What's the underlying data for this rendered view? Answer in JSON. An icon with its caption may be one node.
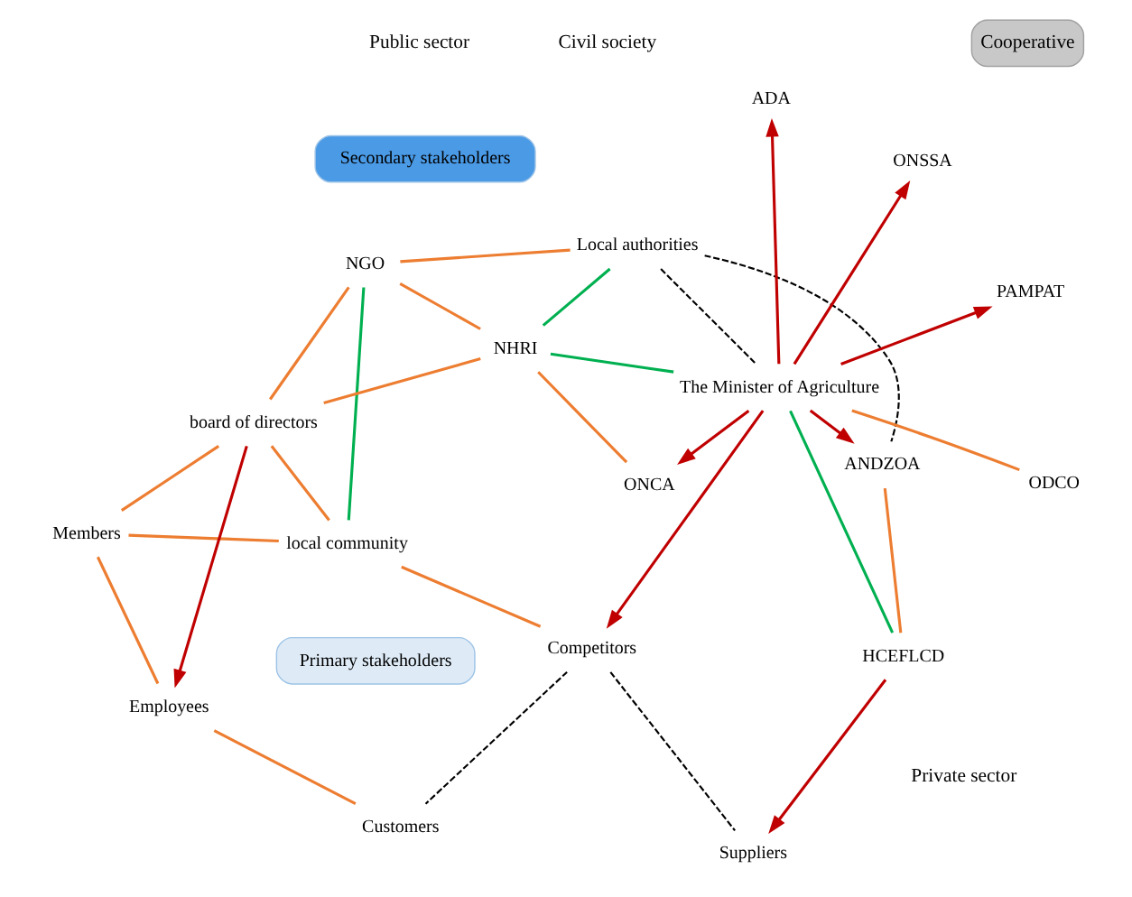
{
  "diagram": {
    "nodes": [
      {
        "text": [
          "local community"
        ]
      },
      {
        "text": [
          "NGO"
        ]
      },
      {
        "text": [
          "board of directors"
        ]
      },
      {
        "text": [
          "Members"
        ]
      },
      {
        "text": [
          "Employees"
        ]
      },
      {
        "text": [
          "Cooperative"
        ]
      },
      {
        "text": [
          "NHRI"
        ]
      },
      {
        "text": [
          "ONCA"
        ]
      },
      {
        "text": [
          "Local authorities"
        ]
      },
      {
        "text": [
          "Customers"
        ]
      },
      {
        "text": [
          "The Minister of Agriculture"
        ]
      },
      {
        "text": [
          "Competitors"
        ]
      },
      {
        "text": [
          "ADA"
        ]
      },
      {
        "text": [
          "ANDZOA"
        ]
      },
      {
        "text": [
          "ODCO"
        ]
      },
      {
        "text": [
          "PAMPAT"
        ]
      },
      {
        "text": [
          "Suppliers"
        ]
      },
      {
        "text": [
          "HCEFLCD"
        ]
      },
      {
        "text": [
          "ONSSA"
        ]
      },
      {
        "text": [
          "Primary stakeholders"
        ]
      },
      {
        "text": [
          "Secondary stakeholders"
        ]
      }
    ],
    "edges": [
      {
        "from": 0,
        "to": 1,
        "arrow": "none",
        "color": "#00b050"
      },
      {
        "from": 0,
        "to": 11,
        "arrow": "none"
      },
      {
        "from": 0,
        "to": 3,
        "arrow": "none"
      },
      {
        "from": 0,
        "to": 2,
        "arrow": "none"
      },
      {
        "from": 1,
        "to": 2,
        "arrow": "none"
      },
      {
        "from": 1,
        "to": 6,
        "arrow": "none"
      },
      {
        "from": 1,
        "to": 8,
        "arrow": "none"
      },
      {
        "from": 2,
        "to": 4,
        "arrow": "to",
        "color": "#c00000"
      },
      {
        "from": 2,
        "to": 3,
        "arrow": "none"
      },
      {
        "from": 2,
        "to": 6,
        "arrow": "none"
      },
      {
        "from": 3,
        "to": 4,
        "arrow": "none"
      },
      {
        "from": 4,
        "to": 9,
        "arrow": "none"
      },
      {
        "from": 6,
        "to": 7,
        "arrow": "none"
      },
      {
        "from": 6,
        "to": 10,
        "arrow": "none",
        "color": "#00b050"
      },
      {
        "from": 6,
        "to": 8,
        "arrow": "none",
        "color": "#00b050"
      },
      {
        "from": 10,
        "to": 7,
        "arrow": "to",
        "color": "#c00000"
      },
      {
        "from": 10,
        "to": 11,
        "arrow": "to",
        "color": "#c00000"
      },
      {
        "from": 11,
        "to": 9,
        "arrow": "none",
        "style": "dashed",
        "color": "#000000"
      },
      {
        "from": 8,
        "to": 10,
        "arrow": "none",
        "style": "dashed",
        "color": "#000000"
      },
      {
        "from": 8,
        "to": 13,
        "arrow": "none",
        "style": "dashed",
        "color": "#000000"
      },
      {
        "from": 11,
        "to": 16,
        "arrow": "none",
        "style": "dashed",
        "color": "#000000"
      },
      {
        "from": 10,
        "to": 12,
        "arrow": "to",
        "color": "#c00000"
      },
      {
        "from": 10,
        "to": 13,
        "arrow": "to",
        "color": "#c00000"
      },
      {
        "from": 10,
        "to": 15,
        "arrow": "to",
        "color": "#c00000"
      },
      {
        "from": 10,
        "to": 18,
        "arrow": "to",
        "color": "#c00000"
      },
      {
        "from": 10,
        "to": 14,
        "arrow": "none"
      },
      {
        "from": 10,
        "to": 17,
        "arrow": "none",
        "color": "#00b050"
      },
      {
        "from": 17,
        "to": 16,
        "arrow": "to",
        "color": "#c00000"
      },
      {
        "from": 17,
        "to": 13,
        "arrow": "none"
      }
    ],
    "labels": [
      "Civil society",
      "Private sector",
      "Public sector"
    ]
  }
}
